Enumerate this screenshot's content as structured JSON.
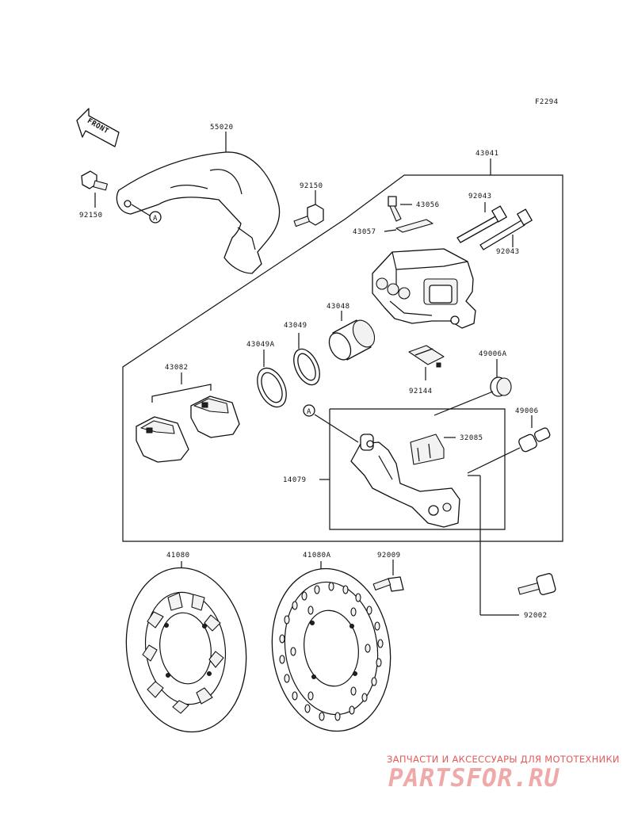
{
  "figure_code": "F2294",
  "direction_label": "FRONT",
  "callout_letter": "A",
  "parts": {
    "bracket": "55020",
    "caliper_assy": "43041",
    "bolt_left": "92150",
    "bolt_bracket": "92150",
    "bleeder": "43056",
    "cap": "43057",
    "pin_a": "92043",
    "pin_b": "92043",
    "piston": "43048",
    "seal_dust": "43049",
    "seal_piston": "43049A",
    "pads": "43082",
    "spring": "92144",
    "boot": "49006A",
    "boot_pin": "49006",
    "pad_spring": "32085",
    "holder": "14079",
    "disc": "41080",
    "disc_alt": "41080A",
    "screw": "92009",
    "bolt_holder": "92002"
  },
  "watermark": {
    "tagline": "ЗАПЧАСТИ И АКСЕССУАРЫ ДЛЯ МОТОТЕХНИКИ",
    "logo": "PARTSFOR.RU"
  },
  "colors": {
    "ink": "#111111",
    "watermark_text": "#e15b5b",
    "watermark_logo": "#f0a9a9"
  }
}
